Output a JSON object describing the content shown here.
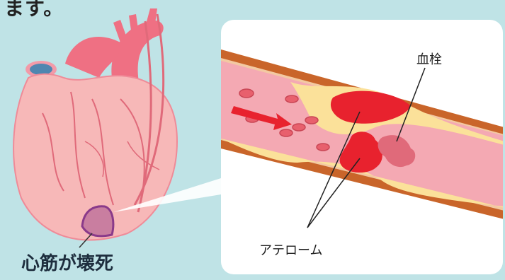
{
  "header": {
    "trailing_text": "ます。"
  },
  "labels": {
    "clot": "血栓",
    "atheroma": "アテローム",
    "necrosis": "心筋が壊死"
  },
  "colors": {
    "background": "#bfe3e6",
    "heart": "#f7b8b8",
    "vessel_outer": "#c9652a",
    "vessel_inner": "#f4a9b3",
    "plaque": "#fbe19a",
    "clot": "#e8222e",
    "arrow": "#e8222e",
    "necrosis": "#8a3a8a"
  }
}
